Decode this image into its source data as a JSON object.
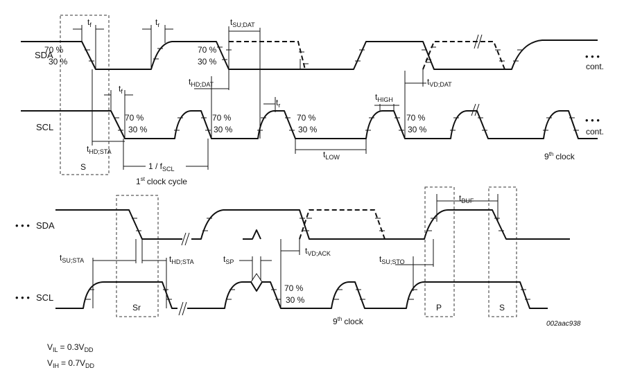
{
  "signals": {
    "sda": "SDA",
    "scl": "SCL",
    "ellipsis": "• • •",
    "cont": "cont."
  },
  "thresholds": {
    "p70": "70 %",
    "p30": "30 %"
  },
  "boxes": {
    "start": "S",
    "repeated_start": "Sr",
    "stop": "P",
    "start2": "S"
  },
  "timing": {
    "t": "t",
    "f": "f",
    "r": "r",
    "su_dat": "SU;DAT",
    "hd_dat": "HD;DAT",
    "vd_dat": "VD;DAT",
    "hd_sta": "HD;STA",
    "high": "HIGH",
    "low": "LOW",
    "su_sta": "SU;STA",
    "sp": "SP",
    "vd_ack": "VD;ACK",
    "su_sto": "SU;STO",
    "buf": "BUF"
  },
  "clock": {
    "period": "1 / f",
    "scl_sub": "SCL",
    "first": "1",
    "first_sup": "st",
    "cycle": "clock cycle",
    "ninth": "9",
    "ninth_sup": "th",
    "clock_word": "clock"
  },
  "figure_code": "002aac938",
  "legend": {
    "v": "V",
    "il": "IL",
    "ih": "IH",
    "eq03": "= 0.3V",
    "eq07": "= 0.7V",
    "dd": "DD"
  }
}
